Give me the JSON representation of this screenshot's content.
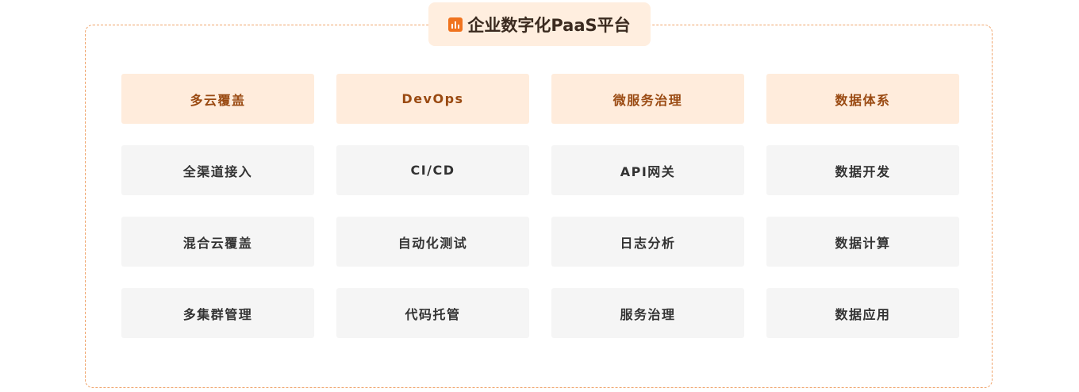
{
  "title": {
    "icon": "bar-chart-icon",
    "text": "企业数字化PaaS平台"
  },
  "colors": {
    "accent": "#f0731e",
    "border": "#f0a46b",
    "header_bg": "#ffecdc",
    "header_text": "#9a4a12",
    "item_bg": "#f5f5f5",
    "item_text": "#333333"
  },
  "columns": [
    {
      "header": "多云覆盖",
      "items": [
        "全渠道接入",
        "混合云覆盖",
        "多集群管理"
      ]
    },
    {
      "header": "DevOps",
      "items": [
        "CI/CD",
        "自动化测试",
        "代码托管"
      ]
    },
    {
      "header": "微服务治理",
      "items": [
        "API网关",
        "日志分析",
        "服务治理"
      ]
    },
    {
      "header": "数据体系",
      "items": [
        "数据开发",
        "数据计算",
        "数据应用"
      ]
    }
  ]
}
